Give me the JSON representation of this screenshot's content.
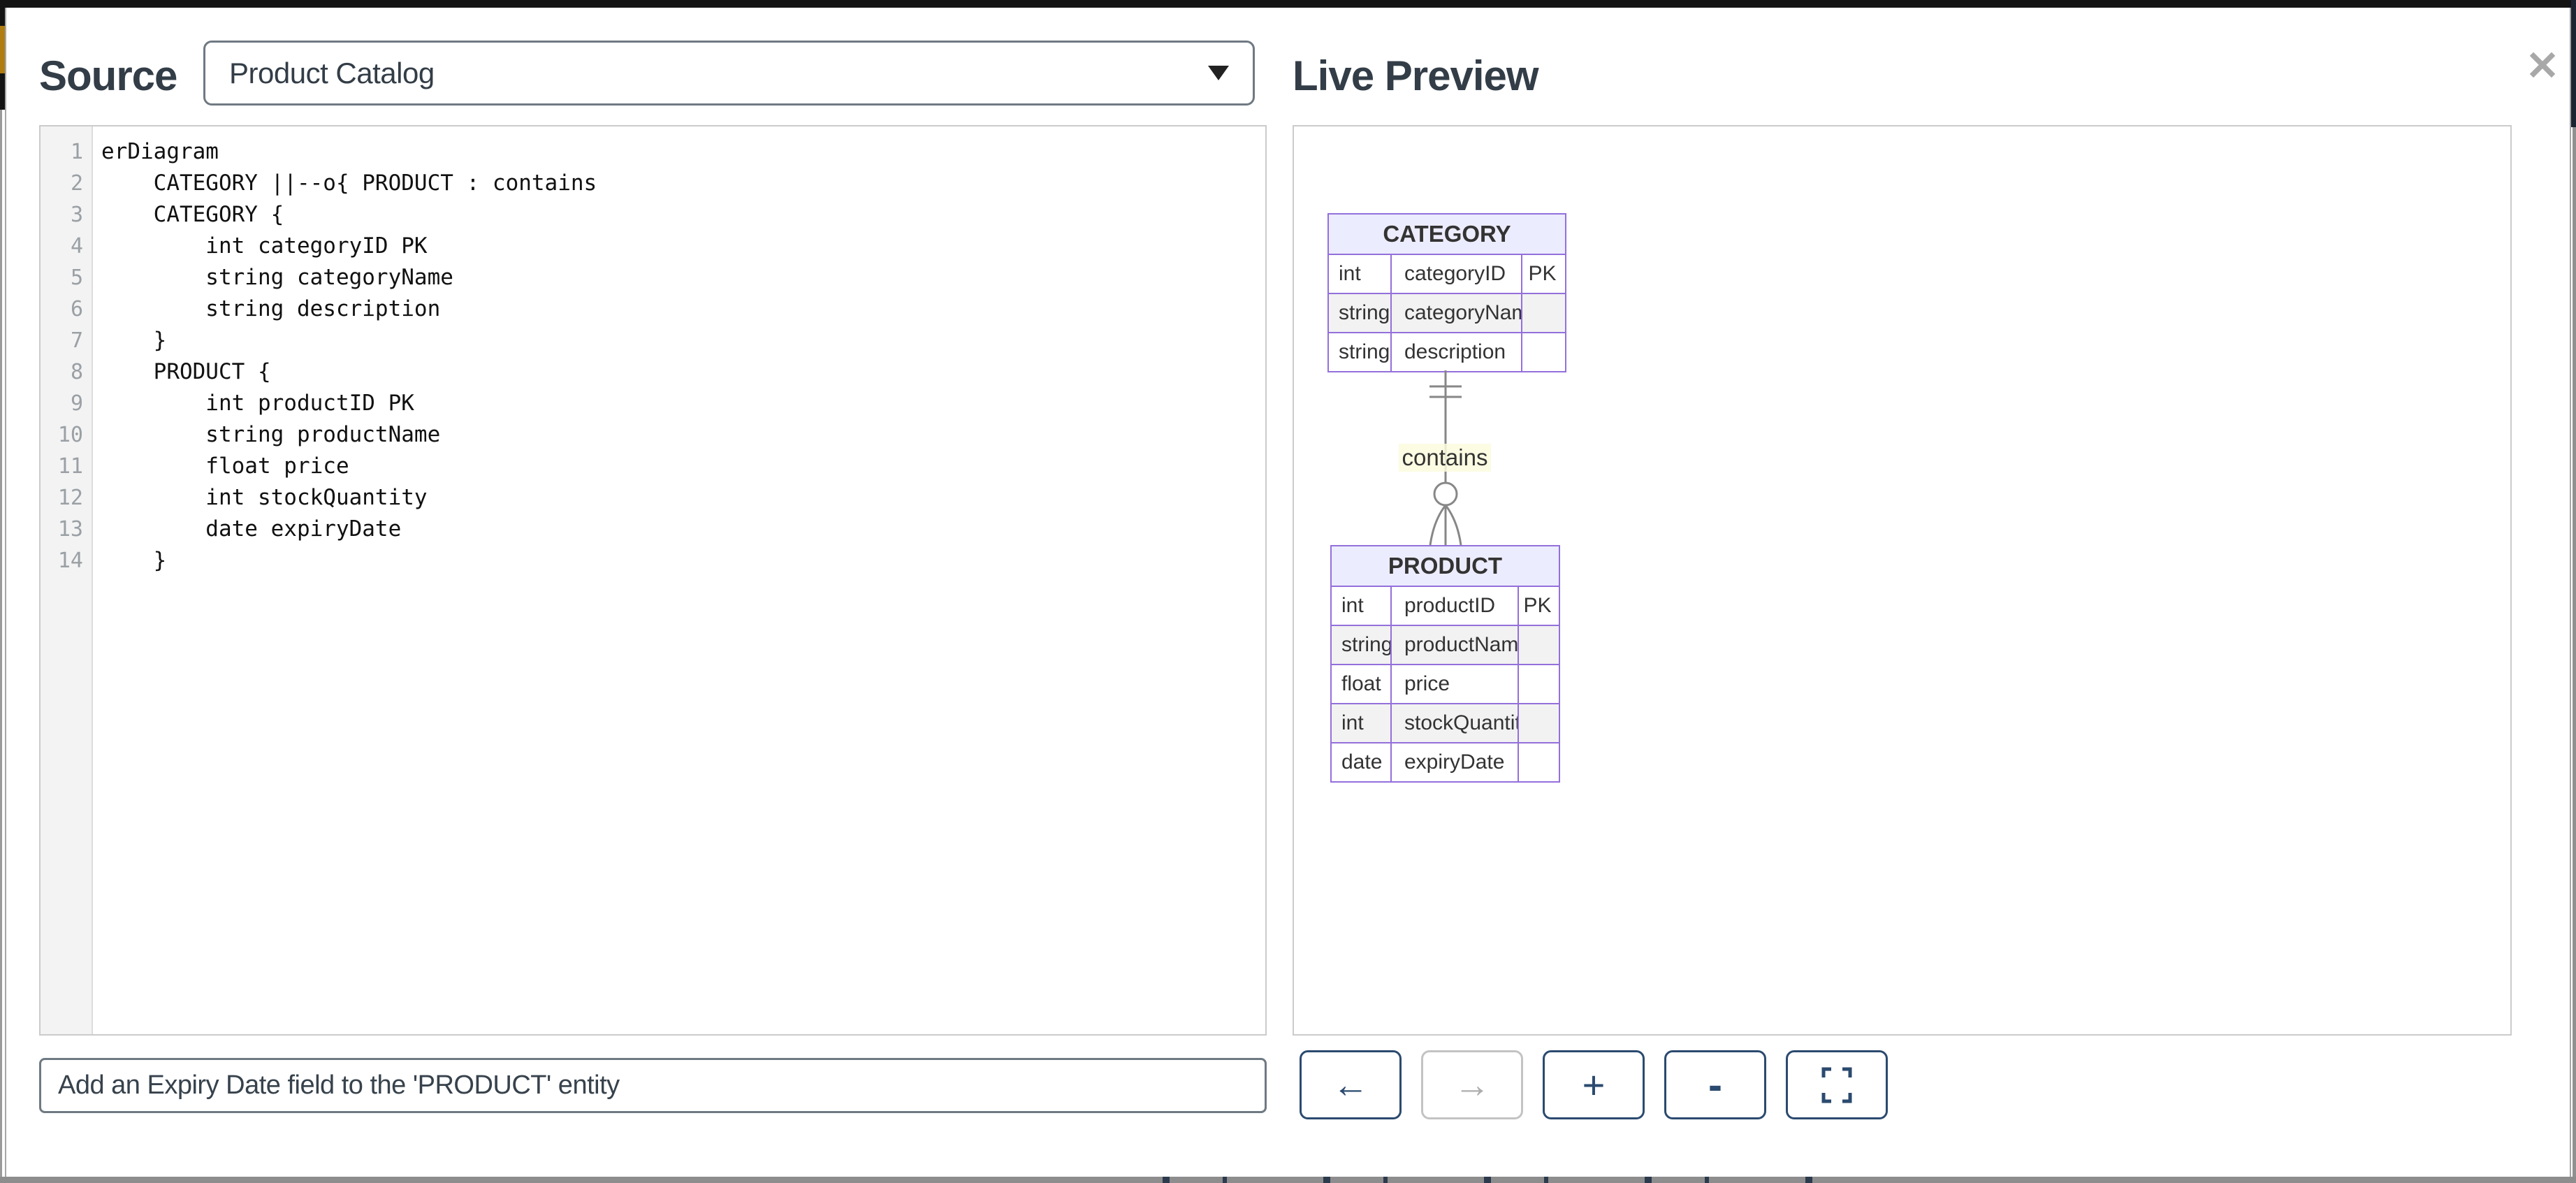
{
  "modal": {
    "source_label": "Source",
    "preview_label": "Live Preview",
    "close_icon": "✕"
  },
  "source": {
    "selector": {
      "value": "Product Catalog"
    },
    "editor": {
      "lines": [
        {
          "n": "1",
          "c": "erDiagram"
        },
        {
          "n": "2",
          "c": "    CATEGORY ||--o{ PRODUCT : contains"
        },
        {
          "n": "3",
          "c": "    CATEGORY {"
        },
        {
          "n": "4",
          "c": "        int categoryID PK"
        },
        {
          "n": "5",
          "c": "        string categoryName"
        },
        {
          "n": "6",
          "c": "        string description"
        },
        {
          "n": "7",
          "c": "    }"
        },
        {
          "n": "8",
          "c": "    PRODUCT {"
        },
        {
          "n": "9",
          "c": "        int productID PK"
        },
        {
          "n": "10",
          "c": "        string productName"
        },
        {
          "n": "11",
          "c": "        float price"
        },
        {
          "n": "12",
          "c": "        int stockQuantity"
        },
        {
          "n": "13",
          "c": "        date expiryDate"
        },
        {
          "n": "14",
          "c": "    }"
        }
      ]
    }
  },
  "preview": {
    "diagram": {
      "type": "entity-relationship",
      "relationship": {
        "from": "CATEGORY",
        "to": "PRODUCT",
        "cardinality": "||--o{",
        "label": "contains"
      },
      "entities": [
        {
          "name": "CATEGORY",
          "rows": [
            [
              "int",
              "categoryID",
              "PK"
            ],
            [
              "string",
              "categoryName",
              ""
            ],
            [
              "string",
              "description",
              ""
            ]
          ]
        },
        {
          "name": "PRODUCT",
          "rows": [
            [
              "int",
              "productID",
              "PK"
            ],
            [
              "string",
              "productName",
              ""
            ],
            [
              "float",
              "price",
              ""
            ],
            [
              "int",
              "stockQuantity",
              ""
            ],
            [
              "date",
              "expiryDate",
              ""
            ]
          ]
        }
      ]
    }
  },
  "prompt": {
    "value": "Add an Expiry Date field to the 'PRODUCT' entity"
  },
  "toolbar": {
    "back_icon": "←",
    "forward_icon": "→",
    "zoom_in_icon": "+",
    "zoom_out_icon": "-"
  },
  "colors": {
    "entity_border": "#9370DB",
    "entity_header_bg": "#ECECFF",
    "row_stripe": "#f2f2f2",
    "button_accent": "#2b4a6f",
    "page_accent_orange": "#b07d10"
  }
}
